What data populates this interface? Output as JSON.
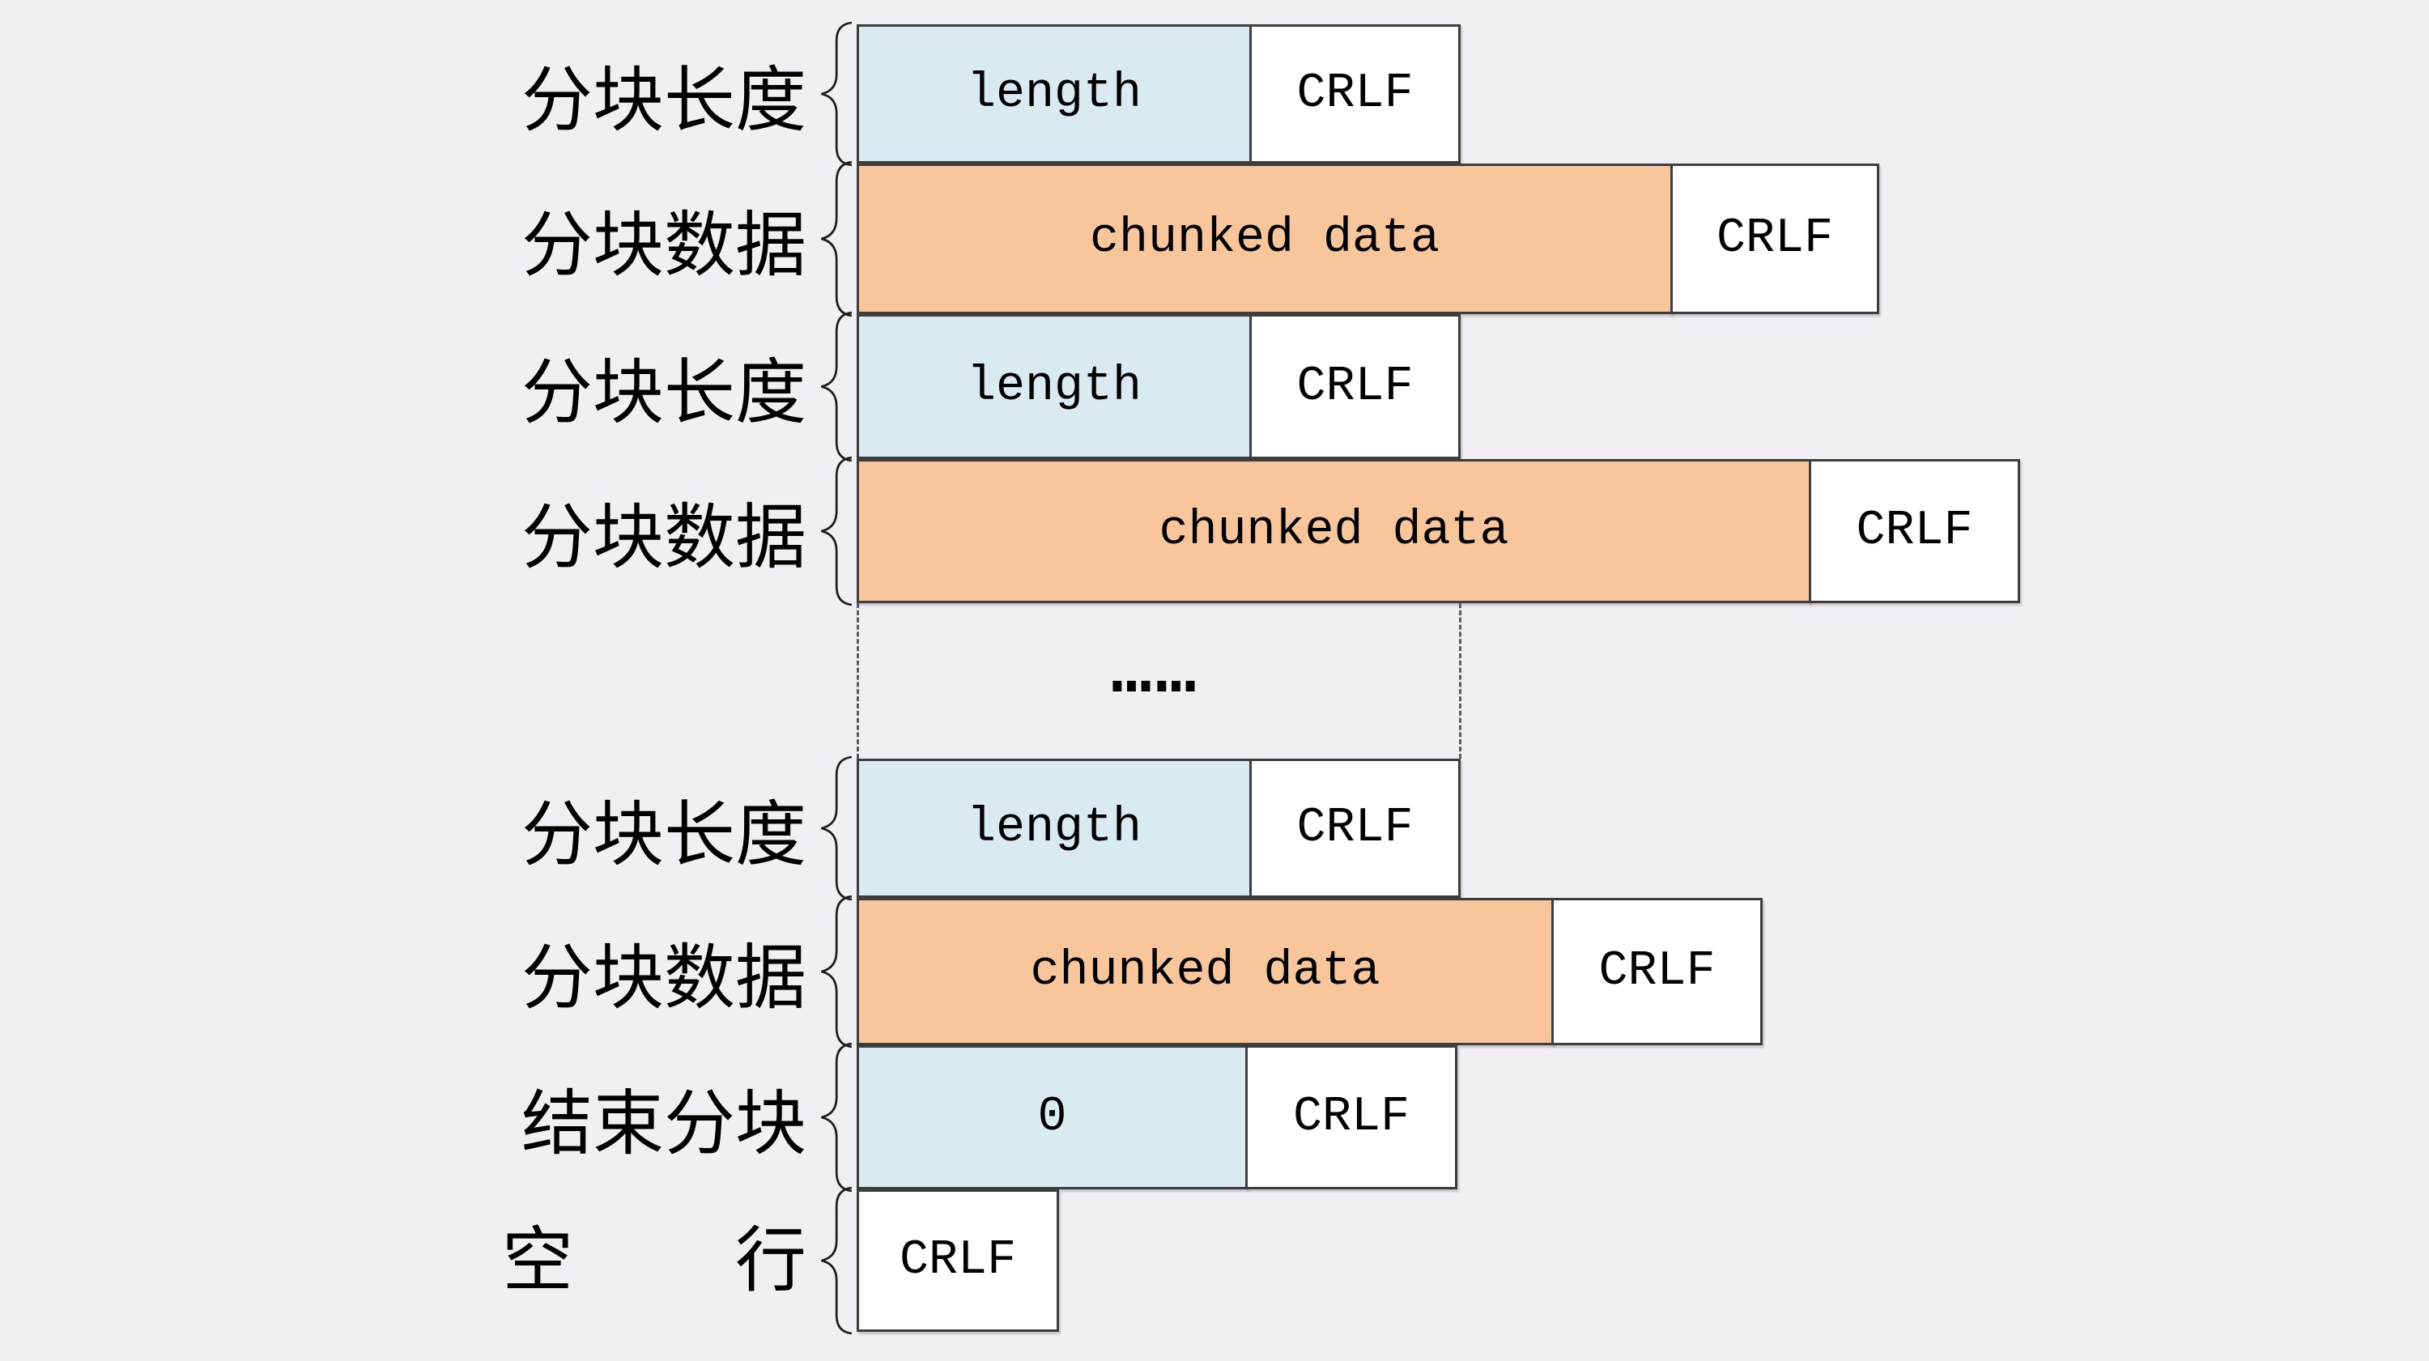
{
  "page": {
    "background_color": "#f0eff4",
    "description": "HTTP chunked transfer encoding message structure diagram"
  },
  "colors": {
    "length_box_fill": "#d9ebf1",
    "chunked_data_box_fill": "#f8c69a",
    "crlf_box_fill": "#ffffff",
    "box_border": "#3d3d3d",
    "dashed_line": "#5a5a5a"
  },
  "separator": {
    "ellipsis": "……"
  },
  "rows": [
    {
      "label": "分块长度",
      "cells": [
        {
          "text": "length"
        },
        {
          "text": "CRLF"
        }
      ]
    },
    {
      "label": "分块数据",
      "cells": [
        {
          "text": "chunked data"
        },
        {
          "text": "CRLF"
        }
      ]
    },
    {
      "label": "分块长度",
      "cells": [
        {
          "text": "length"
        },
        {
          "text": "CRLF"
        }
      ]
    },
    {
      "label": "分块数据",
      "cells": [
        {
          "text": "chunked data"
        },
        {
          "text": "CRLF"
        }
      ]
    },
    {
      "label": "分块长度",
      "cells": [
        {
          "text": "length"
        },
        {
          "text": "CRLF"
        }
      ]
    },
    {
      "label": "分块数据",
      "cells": [
        {
          "text": "chunked data"
        },
        {
          "text": "CRLF"
        }
      ]
    },
    {
      "label": "结束分块",
      "cells": [
        {
          "text": "0"
        },
        {
          "text": "CRLF"
        }
      ]
    },
    {
      "label": "空行",
      "cells": [
        {
          "text": "CRLF"
        }
      ]
    }
  ]
}
